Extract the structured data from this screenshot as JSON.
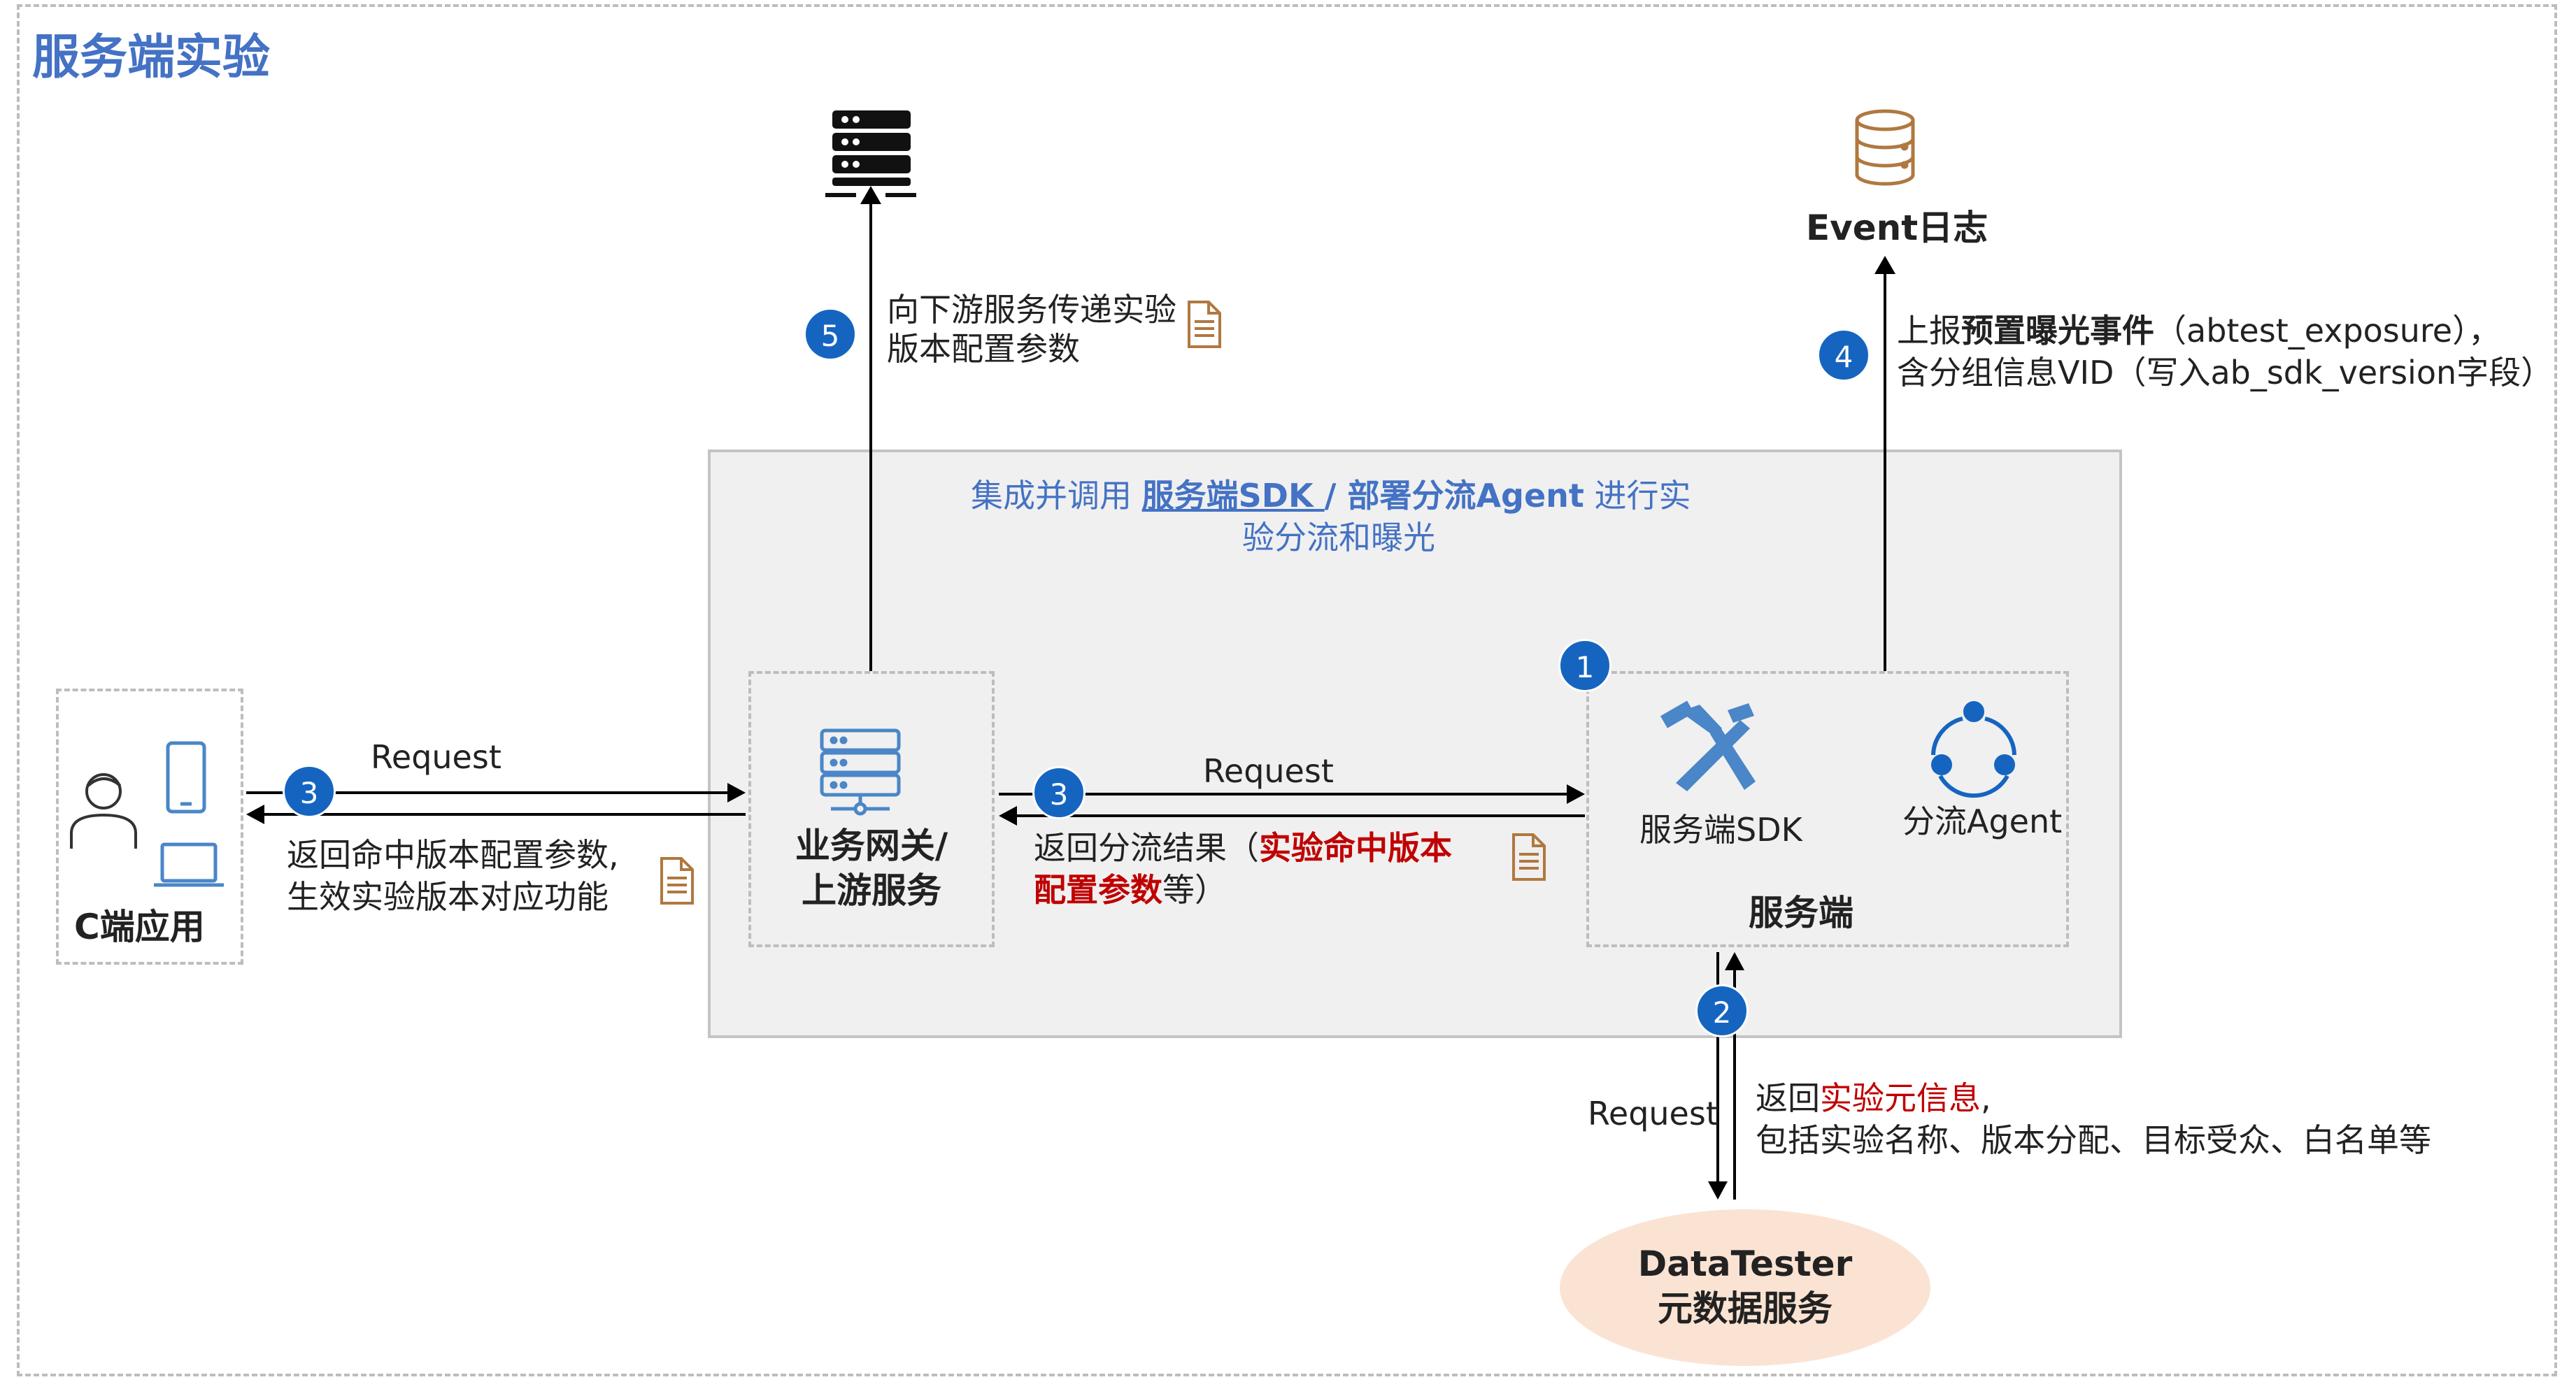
{
  "page_title": "服务端实验",
  "integration_note": {
    "prefix": "集成并调用 ",
    "sdk": "服务端SDK ",
    "sep": " / ",
    "agent": "部署分流Agent",
    "suffix_line1": " 进行实",
    "line2": "验分流和曝光"
  },
  "nodes": {
    "client": {
      "label": "C端应用"
    },
    "gateway": {
      "label_line1": "业务网关/",
      "label_line2": "上游服务"
    },
    "server": {
      "label": "服务端",
      "sdk_label": "服务端SDK",
      "agent_label": "分流Agent"
    },
    "event_log": {
      "label": "Event日志"
    },
    "datatester": {
      "label_line1": "DataTester",
      "label_line2": "元数据服务"
    }
  },
  "steps": {
    "1": {
      "number": "1"
    },
    "2": {
      "number": "2",
      "request": "Request",
      "response_prefix": "返回",
      "response_highlight": "实验元信息",
      "response_suffix": ",",
      "response_line2": "包括实验名称、版本分配、目标受众、白名单等"
    },
    "3_client": {
      "number": "3",
      "request": "Request",
      "response_line1": "返回命中版本配置参数,",
      "response_line2": "生效实验版本对应功能"
    },
    "3_server": {
      "number": "3",
      "request": "Request",
      "response_prefix": "返回分流结果（",
      "response_highlight1": "实验命中版本",
      "response_highlight2": "配置参数",
      "response_suffix": "等）"
    },
    "4": {
      "number": "4",
      "line1_prefix": "上报",
      "line1_bold": "预置曝光事件",
      "line1_suffix": "（abtest_exposure），",
      "line2": "含分组信息VID（写入ab_sdk_version字段）"
    },
    "5": {
      "number": "5",
      "line1": "向下游服务传递实验",
      "line2": "版本配置参数"
    }
  },
  "colors": {
    "accent_blue": "#4472c4",
    "badge_blue": "#1565c0",
    "highlight_red": "#c00000",
    "icon_blue": "#4a86c8",
    "doc_brown": "#b07840",
    "datatester_fill": "#fbe3d3"
  },
  "icons": {
    "downstream": "server-rack-icon",
    "event_log": "database-icon",
    "gateway": "gateway-server-icon",
    "sdk": "hammer-tools-icon",
    "agent": "cycle-icon",
    "client_user": "user-icon",
    "client_phone": "phone-icon",
    "client_laptop": "laptop-icon",
    "doc": "document-icon"
  }
}
